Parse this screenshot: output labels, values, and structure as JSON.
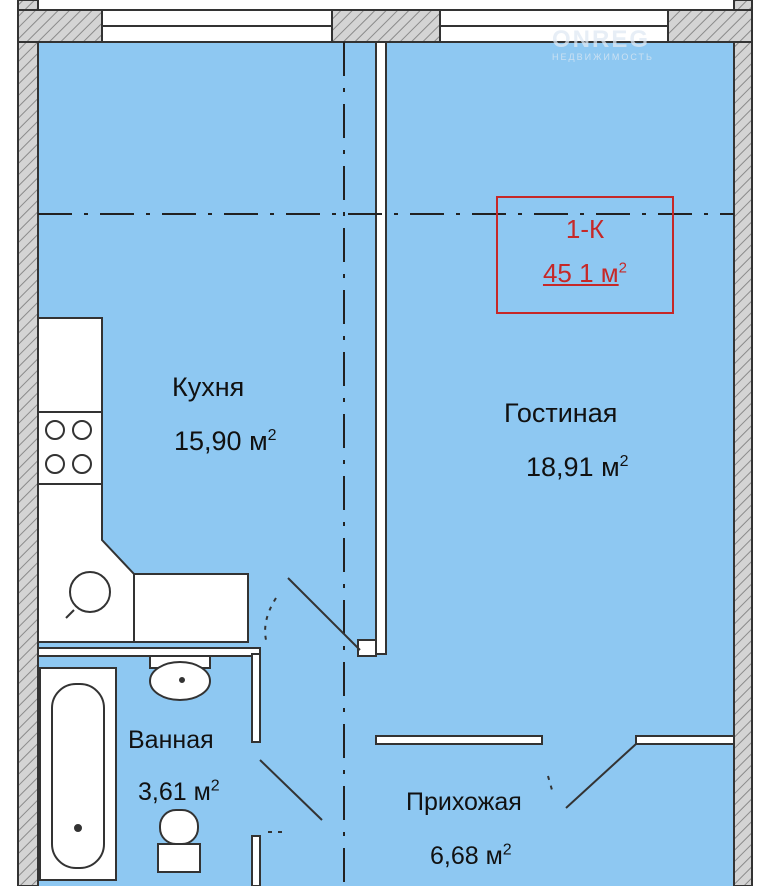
{
  "watermark": {
    "brand": "ONREG",
    "subtitle": "НЕДВИЖИМОСТЬ"
  },
  "stamp": {
    "type": "1-К",
    "area": "45 1 м",
    "area_sup": "2",
    "color": "#c62828"
  },
  "rooms": {
    "kitchen": {
      "name": "Кухня",
      "area": "15,90 м",
      "sup": "2"
    },
    "living": {
      "name": "Гостиная",
      "area": "18,91 м",
      "sup": "2"
    },
    "bath": {
      "name": "Ванная",
      "area": "3,61 м",
      "sup": "2"
    },
    "hall": {
      "name": "Прихожая",
      "area": "6,68 м",
      "sup": "2"
    }
  },
  "colors": {
    "floor": "#8ec8f2",
    "wall": "#3a3a3a",
    "hatch": "#c9c9c9",
    "fixture": "#ffffff"
  }
}
